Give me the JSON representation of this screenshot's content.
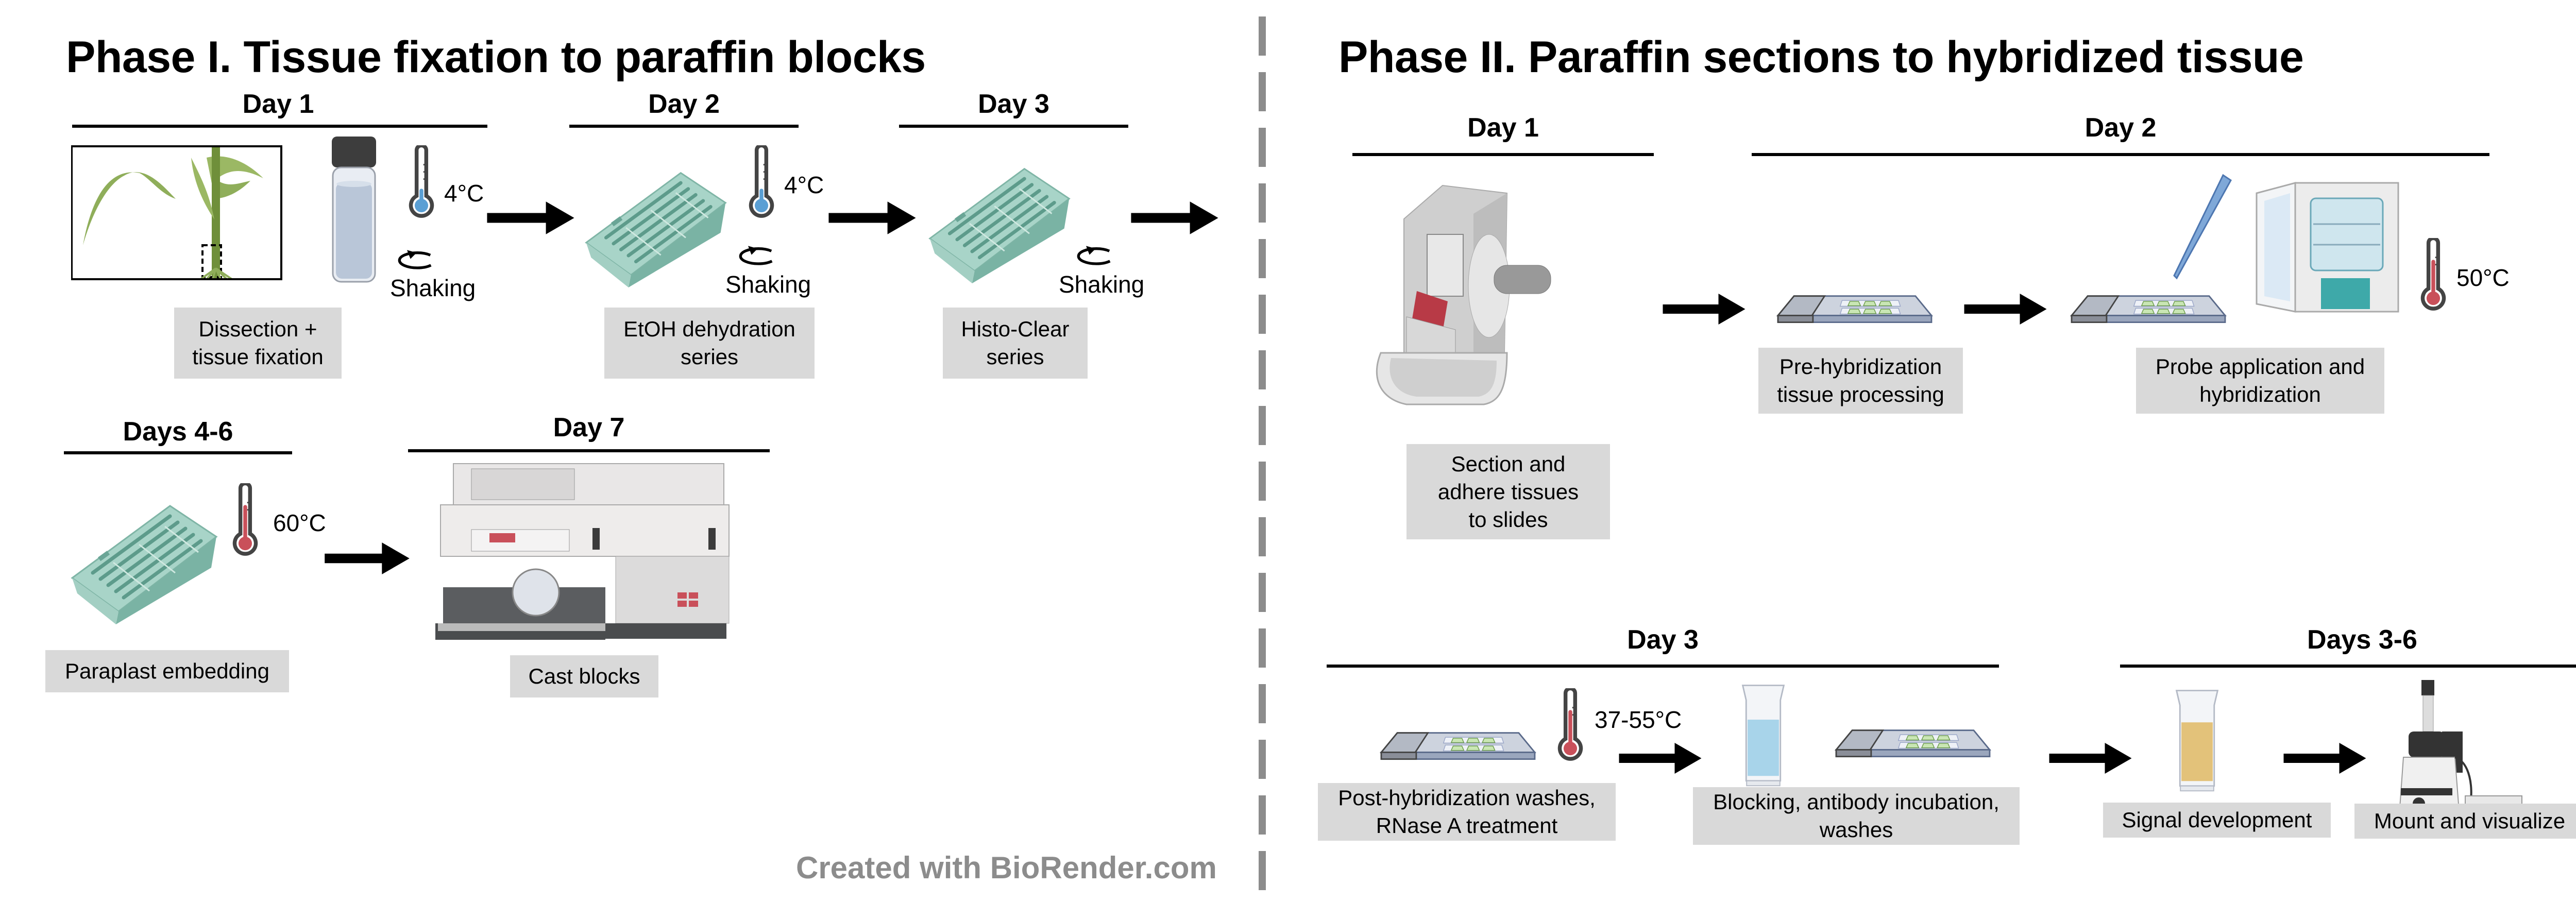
{
  "phase1": {
    "title": "Phase I. Tissue fixation to paraffin blocks",
    "days": [
      "Day 1",
      "Day 2",
      "Day 3",
      "Days 4-6",
      "Day 7"
    ],
    "steps": [
      {
        "label_lines": [
          "Dissection +",
          "tissue fixation"
        ],
        "temperature": "4°C",
        "condition": "Shaking",
        "icons": [
          "maize-plant-icon",
          "vial-icon",
          "thermometer-cold-icon",
          "shaking-icon"
        ]
      },
      {
        "label_lines": [
          "EtOH dehydration",
          "series"
        ],
        "temperature": "4°C",
        "condition": "Shaking",
        "icons": [
          "cassette-icon",
          "thermometer-cold-icon",
          "shaking-icon"
        ]
      },
      {
        "label_lines": [
          "Histo-Clear",
          "series"
        ],
        "condition": "Shaking",
        "icons": [
          "cassette-icon",
          "shaking-icon"
        ]
      },
      {
        "label_lines": [
          "Paraplast embedding"
        ],
        "temperature": "60°C",
        "icons": [
          "cassette-icon",
          "thermometer-hot-icon"
        ]
      },
      {
        "label_lines": [
          "Cast blocks"
        ],
        "icons": [
          "embedding-station-icon"
        ]
      }
    ]
  },
  "phase2": {
    "title": "Phase II. Paraffin sections to hybridized tissue",
    "days": [
      "Day 1",
      "Day 2",
      "Day 3",
      "Days 3-6"
    ],
    "steps": [
      {
        "label_lines": [
          "Section and",
          "adhere tissues",
          "to slides"
        ],
        "icons": [
          "microtome-icon"
        ]
      },
      {
        "label_lines": [
          "Pre-hybridization",
          "tissue processing"
        ],
        "icons": [
          "slide-icon"
        ]
      },
      {
        "label_lines": [
          "Probe application and",
          "hybridization"
        ],
        "temperature": "50°C",
        "icons": [
          "slide-icon",
          "pipette-icon",
          "incubator-icon",
          "thermometer-hot-icon"
        ]
      },
      {
        "label_lines": [
          "Post-hybridization washes,",
          "RNase A treatment"
        ],
        "temperature": "37-55°C",
        "icons": [
          "slide-icon",
          "thermometer-hot-icon"
        ]
      },
      {
        "label_lines": [
          "Blocking, antibody incubation,",
          "washes"
        ],
        "icons": [
          "staining-jar-blue-icon",
          "slide-icon"
        ]
      },
      {
        "label_lines": [
          "Signal development"
        ],
        "icons": [
          "staining-jar-yellow-icon"
        ]
      },
      {
        "label_lines": [
          "Mount and visualize"
        ],
        "icons": [
          "microscope-icon"
        ]
      }
    ]
  },
  "watermark": "Created with BioRender.com",
  "colors": {
    "label_box": "#d9d9d9",
    "cassette": "#8cc4b4",
    "thermo_cold": "#5a9fd4",
    "thermo_hot": "#c9505a",
    "slide": "#9aa6bd",
    "tissue": "#c9e6b4",
    "jar_blue": "#a8d4ea",
    "jar_yellow": "#e3c27a",
    "watermark": "#8c8c8c"
  }
}
